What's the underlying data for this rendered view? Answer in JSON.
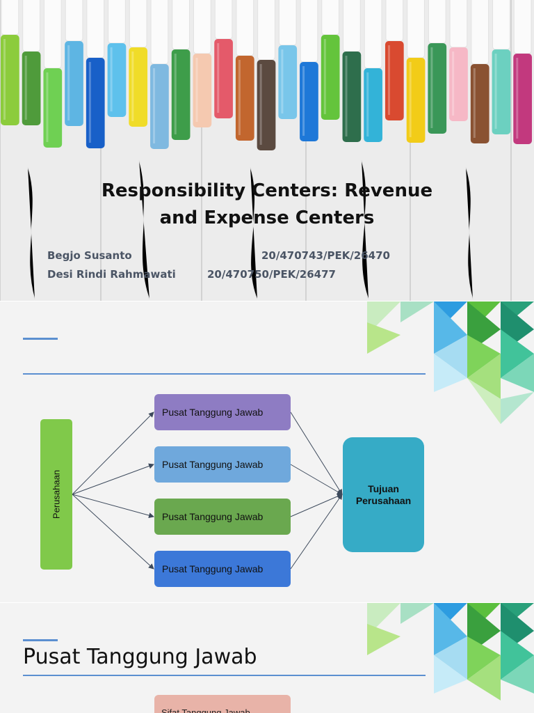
{
  "slide1": {
    "title_line1": "Responsibility Centers: Revenue",
    "title_line2": "and Expense Centers",
    "authors": [
      {
        "name": "Begjo Susanto",
        "id": "20/470743/PEK/26470"
      },
      {
        "name": "Desi Rindi Rahmawati",
        "id": "20/470750/PEK/26477"
      }
    ],
    "marker_colors": [
      "#8ccc3c",
      "#4f9b3b",
      "#6fd053",
      "#5eb5e3",
      "#1860c8",
      "#5ec1ec",
      "#f0dc28",
      "#7fb9e0",
      "#3e9d4a",
      "#f5c9b0",
      "#e45a6a",
      "#c2662e",
      "#5b4a40",
      "#79c6ea",
      "#1e78d8",
      "#64c43c",
      "#2e6e4c",
      "#33b3d8",
      "#d94a30",
      "#f2cc18",
      "#3a9758",
      "#f6b8c6",
      "#8a5232",
      "#6cd0c0",
      "#c2397e"
    ]
  },
  "slide2": {
    "company_label": "Perusahaan",
    "center_labels": [
      "Pusat Tanggung Jawab",
      "Pusat Tanggung Jawab",
      "Pusat Tanggung Jawab",
      "Pusat Tanggung Jawab"
    ],
    "center_colors": [
      "#8e7cc3",
      "#6fa8dc",
      "#6aa84f",
      "#3c78d8"
    ],
    "goal_label": "Tujuan\nPerusahaan"
  },
  "slide3": {
    "heading": "Pusat Tanggung Jawab",
    "peek_box_label": "Sifat Tanggung Jawab"
  }
}
